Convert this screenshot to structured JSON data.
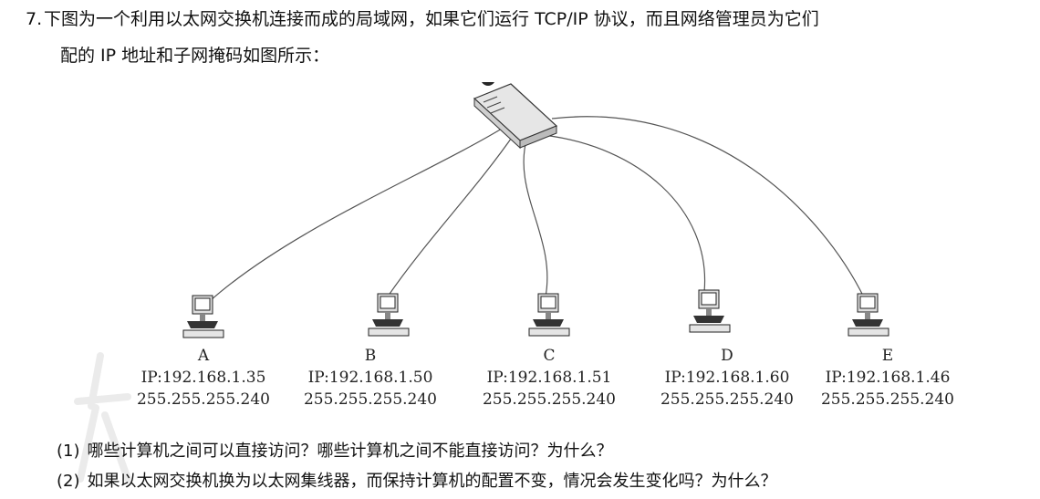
{
  "question": {
    "number": "7.",
    "line1": "下图为一个利用以太网交换机连接而成的局域网，如果它们运行 TCP/IP 协议，而且网络管理员为它们",
    "line2": "配的 IP 地址和子网掩码如图所示："
  },
  "computers": [
    {
      "name": "A",
      "ip": "IP:192.168.1.35",
      "mask": "255.255.255.240"
    },
    {
      "name": "B",
      "ip": "IP:192.168.1.50",
      "mask": "255.255.255.240"
    },
    {
      "name": "C",
      "ip": "IP:192.168.1.51",
      "mask": "255.255.255.240"
    },
    {
      "name": "D",
      "ip": "IP:192.168.1.60",
      "mask": "255.255.255.240"
    },
    {
      "name": "E",
      "ip": "IP:192.168.1.46",
      "mask": "255.255.255.240"
    }
  ],
  "subquestions": [
    {
      "tag": "(1)",
      "text": "哪些计算机之间可以直接访问？哪些计算机之间不能直接访问？为什么？"
    },
    {
      "tag": "(2)",
      "text": "如果以太网交换机换为以太网集线器，而保持计算机的配置不变，情况会发生变化吗？为什么？"
    }
  ]
}
